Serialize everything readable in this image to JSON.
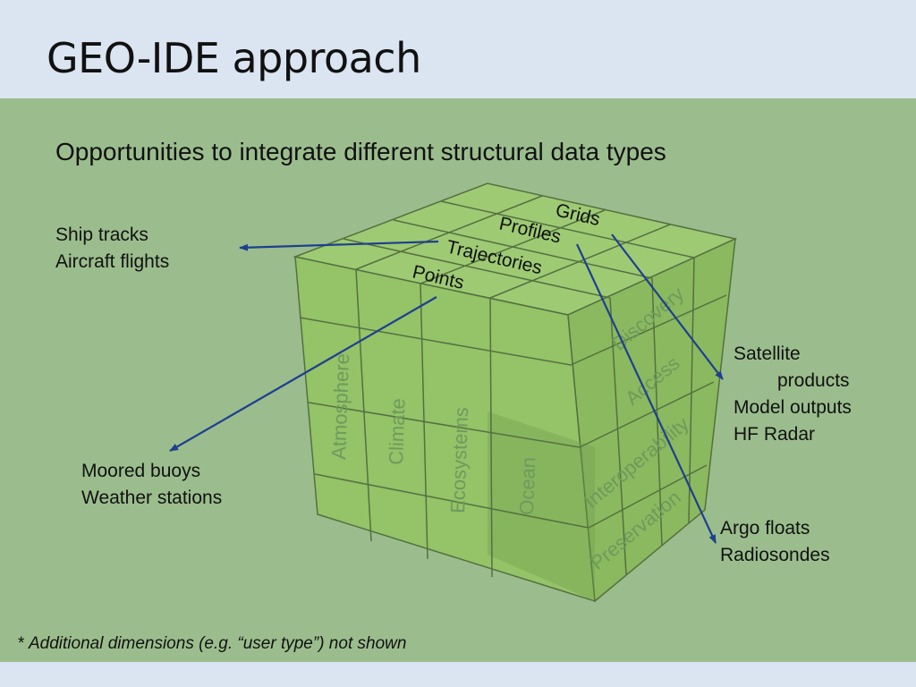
{
  "title": "GEO-IDE approach",
  "subtitle": "Opportunities to integrate different structural data types",
  "structure_types": [
    "Grids",
    "Profiles",
    "Trajectories",
    "Points"
  ],
  "themes": [
    "Atmosphere",
    "Climate",
    "Ecosystems",
    "Ocean"
  ],
  "functions": [
    "Discovery",
    "Access",
    "Interoperability",
    "Preservation"
  ],
  "callouts": {
    "trajectories": [
      "Ship tracks",
      "Aircraft flights"
    ],
    "points": [
      "Moored buoys",
      "Weather stations"
    ],
    "grids": [
      "Satellite",
      "products",
      "Model outputs",
      "HF Radar"
    ],
    "profiles": [
      "Argo floats",
      "Radiosondes"
    ]
  },
  "footnote": {
    "star": "*",
    "text": "Additional dimensions (e.g. “user type”) not shown"
  },
  "colors": {
    "background": "#dbe5f1",
    "panel": "#9bbd8d",
    "cube_face": "#8fc25b",
    "arrow": "#1f3f8f"
  }
}
